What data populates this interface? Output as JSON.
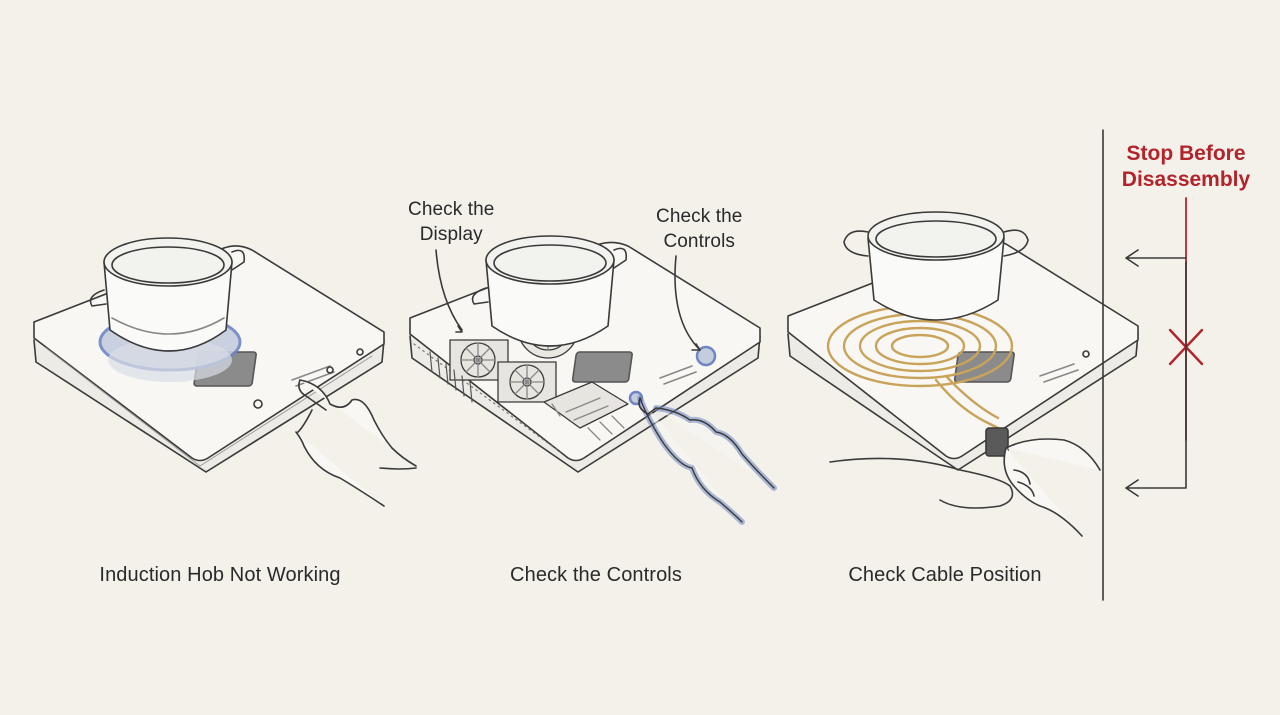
{
  "steps": [
    {
      "caption": "Induction Hob Not Working"
    },
    {
      "caption": "Check the Controls",
      "callouts": {
        "display_line1": "Check the",
        "display_line2": "Display",
        "controls_line1": "Check the",
        "controls_line2": "Controls"
      }
    },
    {
      "caption": "Check Cable Position"
    }
  ],
  "warning": {
    "line1": "Stop Before",
    "line2": "Disassembly"
  },
  "colors": {
    "ink": "#3a3a3a",
    "warning_red": "#b3232b",
    "highlight_blue": "#6f86c2",
    "coil_gold": "#c9a35a",
    "background": "#f3f1ea"
  },
  "icons": [
    "pot-icon",
    "hand-pointer-icon",
    "cooling-fan-icon",
    "circuit-board-icon",
    "induction-coil-icon",
    "power-cable-icon",
    "cross-mark-icon",
    "arrow-left-icon"
  ]
}
